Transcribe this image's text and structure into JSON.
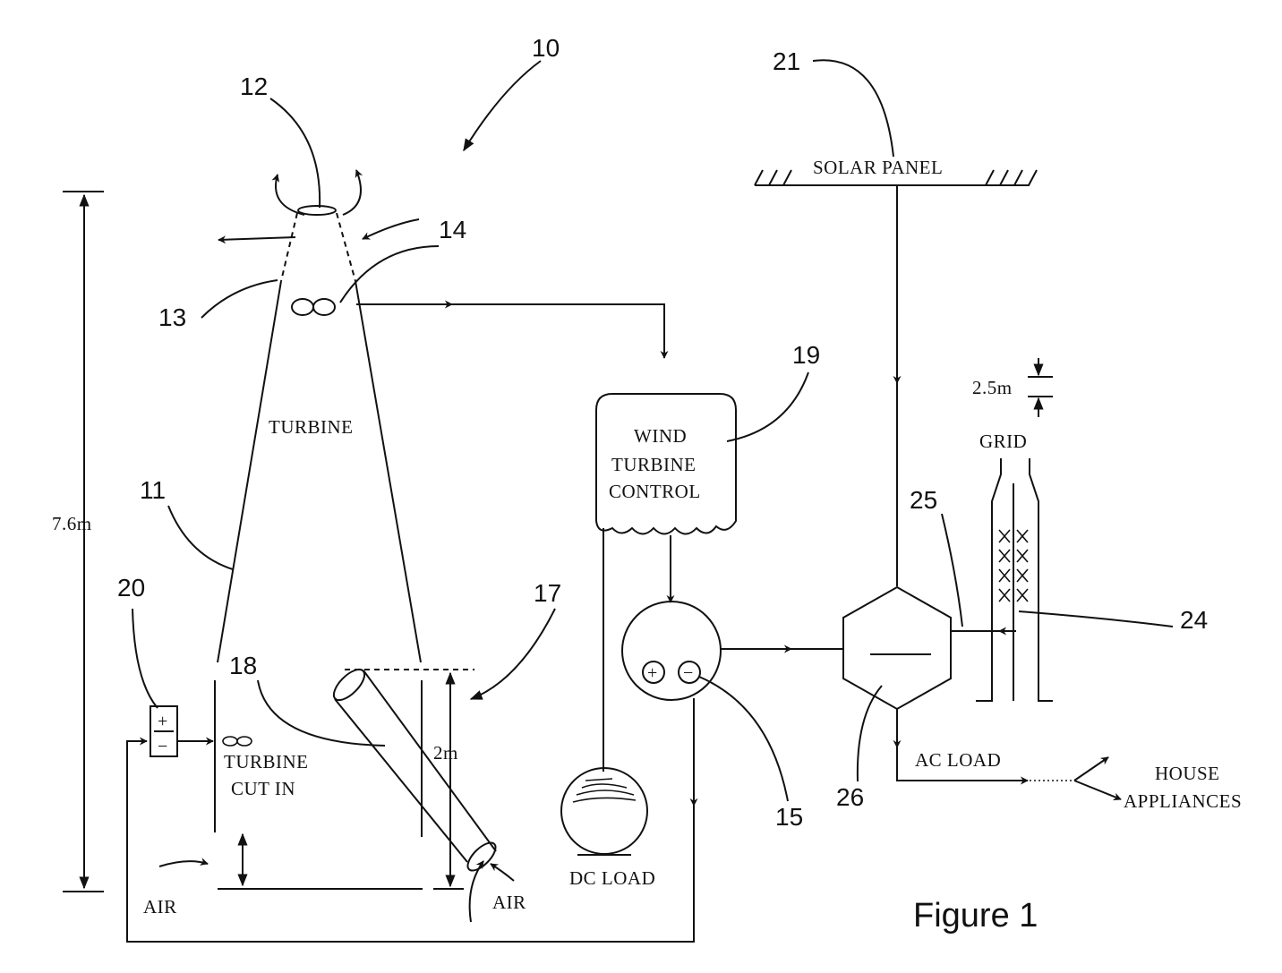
{
  "figure": {
    "caption": "Figure 1",
    "reference_numerals": {
      "n10": "10",
      "n11": "11",
      "n12": "12",
      "n13": "13",
      "n14": "14",
      "n15": "15",
      "n17": "17",
      "n18": "18",
      "n19": "19",
      "n20": "20",
      "n21": "21",
      "n24": "24",
      "n25": "25",
      "n26": "26"
    },
    "labels": {
      "solar_panel": "SOLAR PANEL",
      "turbine": "TURBINE",
      "wind_turbine_control_1": "WIND",
      "wind_turbine_control_2": "TURBINE",
      "wind_turbine_control_3": "CONTROL",
      "turbine_cut_in_1": "TURBINE",
      "turbine_cut_in_2": "CUT IN",
      "air_left": "AIR",
      "air_right": "AIR",
      "dc_load": "DC LOAD",
      "ac_load": "AC LOAD",
      "house_1": "HOUSE",
      "house_2": "APPLIANCES",
      "grid": "GRID",
      "battery_plus": "+",
      "battery_minus": "−",
      "inverter_plus": "+",
      "inverter_minus": "−"
    },
    "dimensions": {
      "total_height": "7.6m",
      "intake_height": "2m",
      "grid_spacing": "2.5m"
    }
  }
}
